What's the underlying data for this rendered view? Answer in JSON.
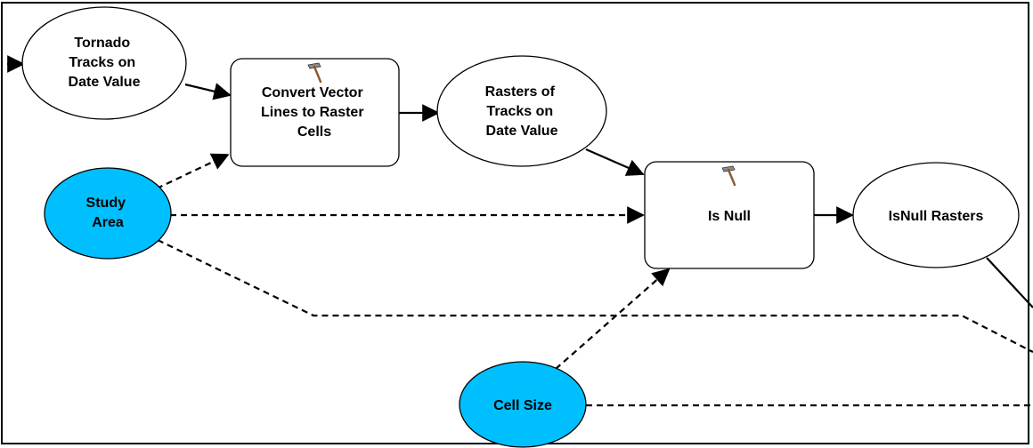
{
  "diagram": {
    "nodes": {
      "tornado_tracks": {
        "lines": [
          "Tornado",
          "Tracks on",
          "Date Value"
        ],
        "kind": "data"
      },
      "convert_tool": {
        "lines": [
          "Convert Vector",
          "Lines to Raster",
          "Cells"
        ],
        "kind": "tool"
      },
      "rasters_tracks": {
        "lines": [
          "Rasters of",
          "Tracks on",
          "Date Value"
        ],
        "kind": "data"
      },
      "study_area": {
        "lines": [
          "Study",
          "Area"
        ],
        "kind": "variable"
      },
      "is_null_tool": {
        "lines": [
          "Is Null"
        ],
        "kind": "tool"
      },
      "isnull_rasters": {
        "lines": [
          "IsNull Rasters"
        ],
        "kind": "data"
      },
      "cell_size": {
        "lines": [
          "Cell Size"
        ],
        "kind": "variable"
      }
    },
    "icons": {
      "tool_icon": "hammer-icon"
    },
    "colors": {
      "variable_fill": "#00bfff",
      "data_fill": "#ffffff",
      "tool_fill": "#ffffff",
      "stroke": "#000000"
    }
  }
}
